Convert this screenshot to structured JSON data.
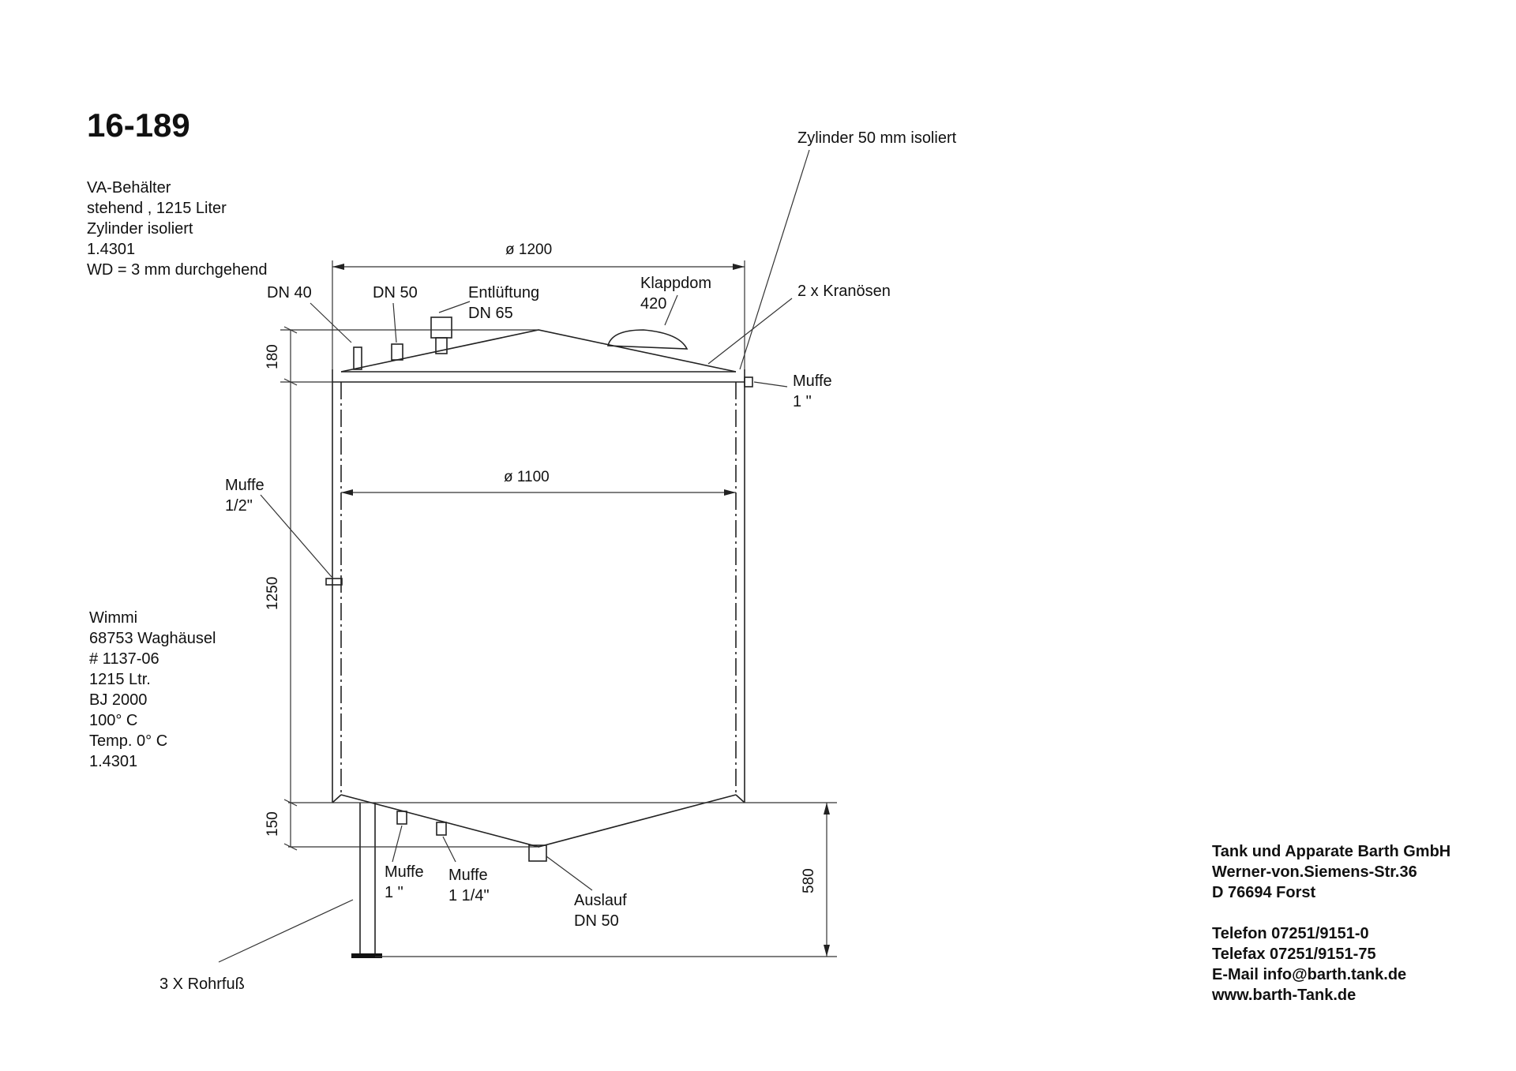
{
  "drawing": {
    "number": "16-189",
    "description": [
      "VA-Behälter",
      "stehend , 1215 Liter",
      "Zylinder isoliert",
      "1.4301",
      "WD = 3 mm durchgehend"
    ],
    "customer": [
      "Wimmi",
      "68753 Waghäusel",
      "# 1137-06",
      "1215 Ltr.",
      "BJ 2000",
      "100° C",
      "Temp. 0° C",
      "1.4301"
    ]
  },
  "labels": {
    "insulation": "Zylinder 50 mm isoliert",
    "dia_outer": "ø  1200",
    "dia_inner": "ø   1100",
    "dn40": "DN 40",
    "dn50": "DN 50",
    "vent_1": "Entlüftung",
    "vent_2": "DN 65",
    "manhole_1": "Klappdom",
    "manhole_2": "420",
    "lugs": "2 x Kranösen",
    "muffe_right_1": "Muffe",
    "muffe_right_2": "1 \"",
    "muffe_side_1": "Muffe",
    "muffe_side_2": "1/2\"",
    "muffe_bottom1_1": "Muffe",
    "muffe_bottom1_2": "1 \"",
    "muffe_bottom2_1": "Muffe",
    "muffe_bottom2_2": "1 1/4\"",
    "outlet_1": "Auslauf",
    "outlet_2": "DN 50",
    "legs": "3 X Rohrfuß"
  },
  "dimensions": {
    "top_height": "180",
    "cyl_height": "1250",
    "cone_height": "150",
    "leg_height": "580"
  },
  "company": {
    "lines": [
      "Tank und Apparate Barth GmbH",
      "Werner-von.Siemens-Str.36",
      "D 76694 Forst"
    ],
    "contact": [
      "Telefon 07251/9151-0",
      "Telefax 07251/9151-75",
      "E-Mail info@barth.tank.de",
      "www.barth-Tank.de"
    ]
  }
}
